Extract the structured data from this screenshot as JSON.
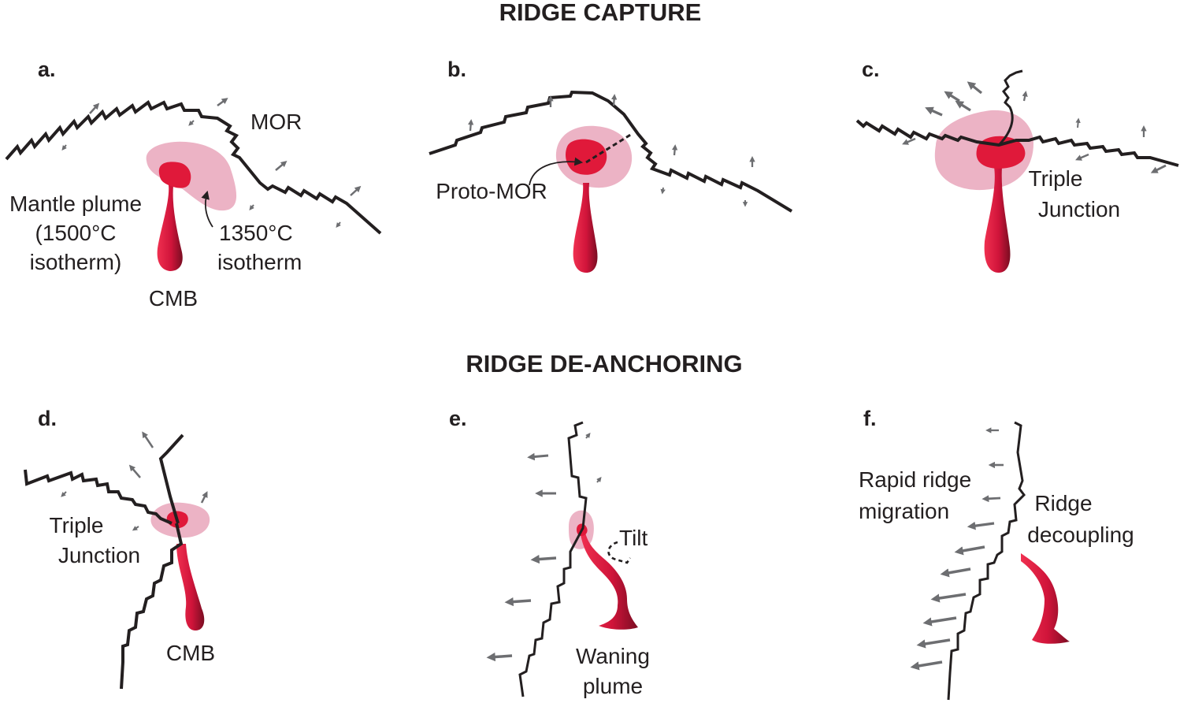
{
  "section_titles": {
    "top": "RIDGE CAPTURE",
    "bottom": "RIDGE DE-ANCHORING"
  },
  "panels": {
    "a": {
      "label": "a.",
      "mor": "MOR",
      "plume_1": "Mantle plume",
      "plume_2": "(1500°C",
      "plume_3": "isotherm)",
      "iso_1": "1350°C",
      "iso_2": "isotherm",
      "cmb": "CMB"
    },
    "b": {
      "label": "b.",
      "proto": "Proto-MOR"
    },
    "c": {
      "label": "c.",
      "tj_1": "Triple",
      "tj_2": "Junction"
    },
    "d": {
      "label": "d.",
      "tj_1": "Triple",
      "tj_2": "Junction",
      "cmb": "CMB"
    },
    "e": {
      "label": "e.",
      "tilt": "Tilt",
      "wane_1": "Waning",
      "wane_2": "plume"
    },
    "f": {
      "label": "f.",
      "rapid_1": "Rapid ridge",
      "rapid_2": "migration",
      "dec_1": "Ridge",
      "dec_2": "decoupling"
    }
  },
  "colors": {
    "plume_core": "#e0193a",
    "plume_dark": "#8b0f24",
    "isotherm_halo": "#ecb3c5",
    "ridge": "#231f20",
    "arrows": "#6d6e71"
  }
}
